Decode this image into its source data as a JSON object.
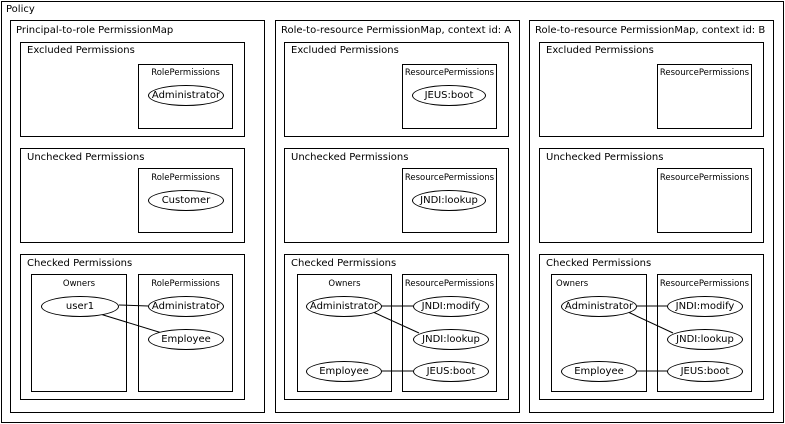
{
  "policy": {
    "title": "Policy"
  },
  "panels": [
    {
      "title": "Principal-to-role PermissionMap",
      "excluded": {
        "title": "Excluded Permissions",
        "set_title": "RolePermissions",
        "items": [
          "Administrator"
        ]
      },
      "unchecked": {
        "title": "Unchecked Permissions",
        "set_title": "RolePermissions",
        "items": [
          "Customer"
        ]
      },
      "checked": {
        "title": "Checked Permissions",
        "owners_title": "Owners",
        "owners": [
          "user1"
        ],
        "set_title": "RolePermissions",
        "items": [
          "Administrator",
          "Employee"
        ]
      }
    },
    {
      "title": "Role-to-resource PermissionMap, context id: A",
      "excluded": {
        "title": "Excluded Permissions",
        "set_title": "ResourcePermissions",
        "items": [
          "JEUS:boot"
        ]
      },
      "unchecked": {
        "title": "Unchecked Permissions",
        "set_title": "ResourcePermissions",
        "items": [
          "JNDI:lookup"
        ]
      },
      "checked": {
        "title": "Checked Permissions",
        "owners_title": "Owners",
        "owners": [
          "Administrator",
          "Employee"
        ],
        "set_title": "ResourcePermissions",
        "items": [
          "JNDI:modify",
          "JNDI:lookup",
          "JEUS:boot"
        ]
      }
    },
    {
      "title": "Role-to-resource PermissionMap, context id: B",
      "excluded": {
        "title": "Excluded Permissions",
        "set_title": "ResourcePermissions",
        "items": []
      },
      "unchecked": {
        "title": "Unchecked Permissions",
        "set_title": "ResourcePermissions",
        "items": []
      },
      "checked": {
        "title": "Checked Permissions",
        "owners_title": "Owners",
        "owners": [
          "Administrator",
          "Employee"
        ],
        "set_title": "ResourcePermissions",
        "items": [
          "JNDI:modify",
          "JNDI:lookup",
          "JEUS:boot"
        ]
      }
    }
  ]
}
